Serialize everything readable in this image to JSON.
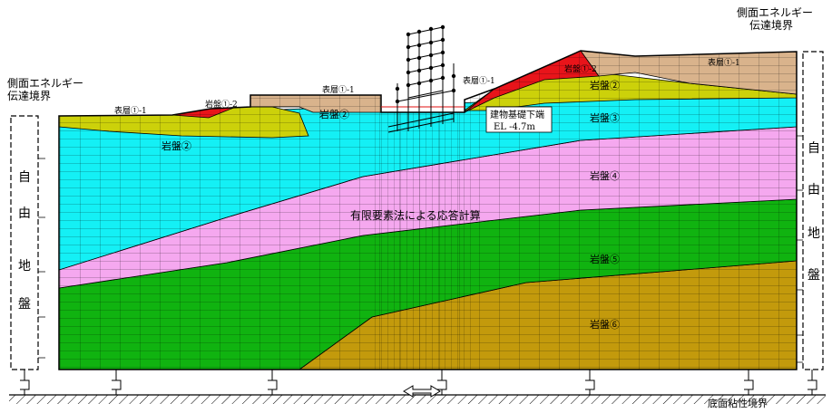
{
  "labels": {
    "side_boundary_left_1": "側面エネルギー",
    "side_boundary_left_2": "伝達境界",
    "side_boundary_right_1": "側面エネルギー",
    "side_boundary_right_2": "伝達境界",
    "free_field_chars": [
      "自",
      "由",
      "地",
      "盤"
    ],
    "surface_layer_1_left": "表層①-1",
    "rock_1_2_left": "岩盤①-2",
    "surface_layer_1_center": "表層①-1",
    "rock_2_center": "岩盤②",
    "surface_layer_1_right_a": "表層①-1",
    "rock_1_2_right": "岩盤①-2",
    "surface_layer_1_right_b": "表層①-1",
    "rock_2_left": "岩盤②",
    "rock_2_right": "岩盤②",
    "rock_3": "岩盤③",
    "rock_4": "岩盤④",
    "rock_5": "岩盤⑤",
    "rock_6": "岩盤⑥",
    "fem_label": "有限要素法による応答計算",
    "building_base_1": "建物基礎下端",
    "building_base_2": "EL -4.7m",
    "bottom_boundary": "底面粘性境界"
  },
  "colors": {
    "surface_brown": "#d9b38c",
    "rock_red": "#e8141a",
    "rock_yellowgreen": "#ccd10a",
    "rock_cyan": "#14f0f5",
    "rock_pink": "#f5a8ef",
    "rock_green": "#10b310",
    "rock_ochre": "#c39a0c",
    "boundary_red": "#e01010"
  }
}
